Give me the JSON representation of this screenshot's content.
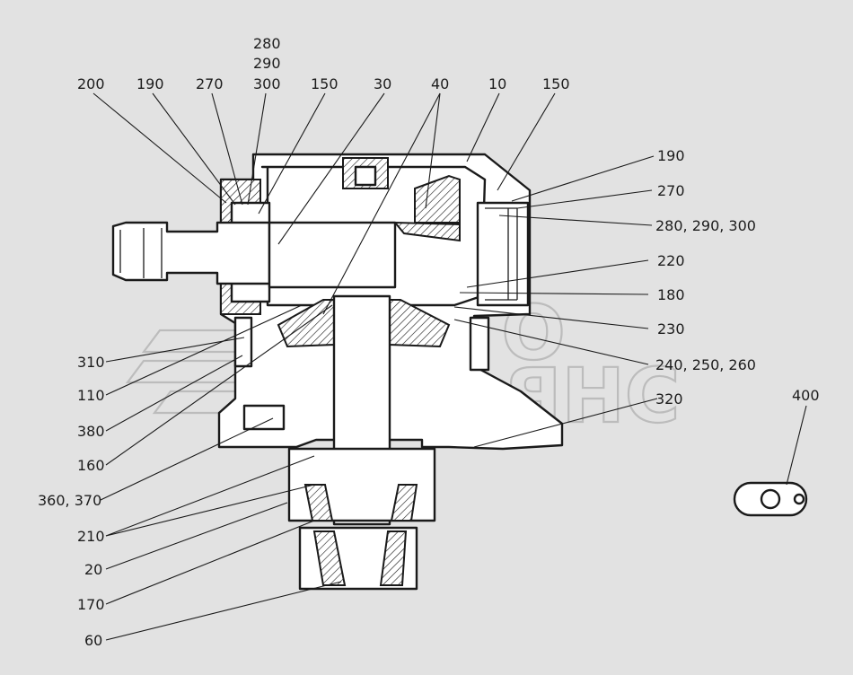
{
  "watermark": {
    "line1": "АВТО",
    "line2": "АЛЬЯНС"
  },
  "callouts": [
    {
      "id": "c280-stack",
      "lines": [
        "280",
        "290",
        "300"
      ]
    },
    {
      "id": "c200",
      "lines": [
        "200"
      ]
    },
    {
      "id": "c190-top",
      "lines": [
        "190"
      ]
    },
    {
      "id": "c270-top",
      "lines": [
        "270"
      ]
    },
    {
      "id": "c150-top",
      "lines": [
        "150"
      ]
    },
    {
      "id": "c30",
      "lines": [
        "30"
      ]
    },
    {
      "id": "c40",
      "lines": [
        "40"
      ]
    },
    {
      "id": "c10",
      "lines": [
        "10"
      ]
    },
    {
      "id": "c150-right",
      "lines": [
        "150"
      ]
    },
    {
      "id": "c190-right",
      "lines": [
        "190"
      ]
    },
    {
      "id": "c270-right",
      "lines": [
        "270"
      ]
    },
    {
      "id": "c280-right",
      "lines": [
        "280, 290, 300"
      ]
    },
    {
      "id": "c220",
      "lines": [
        "220"
      ]
    },
    {
      "id": "c180",
      "lines": [
        "180"
      ]
    },
    {
      "id": "c230",
      "lines": [
        "230"
      ]
    },
    {
      "id": "c240",
      "lines": [
        "240, 250, 260"
      ]
    },
    {
      "id": "c320",
      "lines": [
        "320"
      ]
    },
    {
      "id": "c400",
      "lines": [
        "400"
      ]
    },
    {
      "id": "c310",
      "lines": [
        "310"
      ]
    },
    {
      "id": "c110",
      "lines": [
        "110"
      ]
    },
    {
      "id": "c380",
      "lines": [
        "380"
      ]
    },
    {
      "id": "c160",
      "lines": [
        "160"
      ]
    },
    {
      "id": "c360",
      "lines": [
        "360, 370"
      ]
    },
    {
      "id": "c210",
      "lines": [
        "210"
      ]
    },
    {
      "id": "c20",
      "lines": [
        "20"
      ]
    },
    {
      "id": "c170",
      "lines": [
        "170"
      ]
    },
    {
      "id": "c60",
      "lines": [
        "60"
      ]
    }
  ],
  "colors": {
    "background": "#e2e2e2",
    "line": "#1a1a1a",
    "watermark": "#bcbcbc"
  }
}
